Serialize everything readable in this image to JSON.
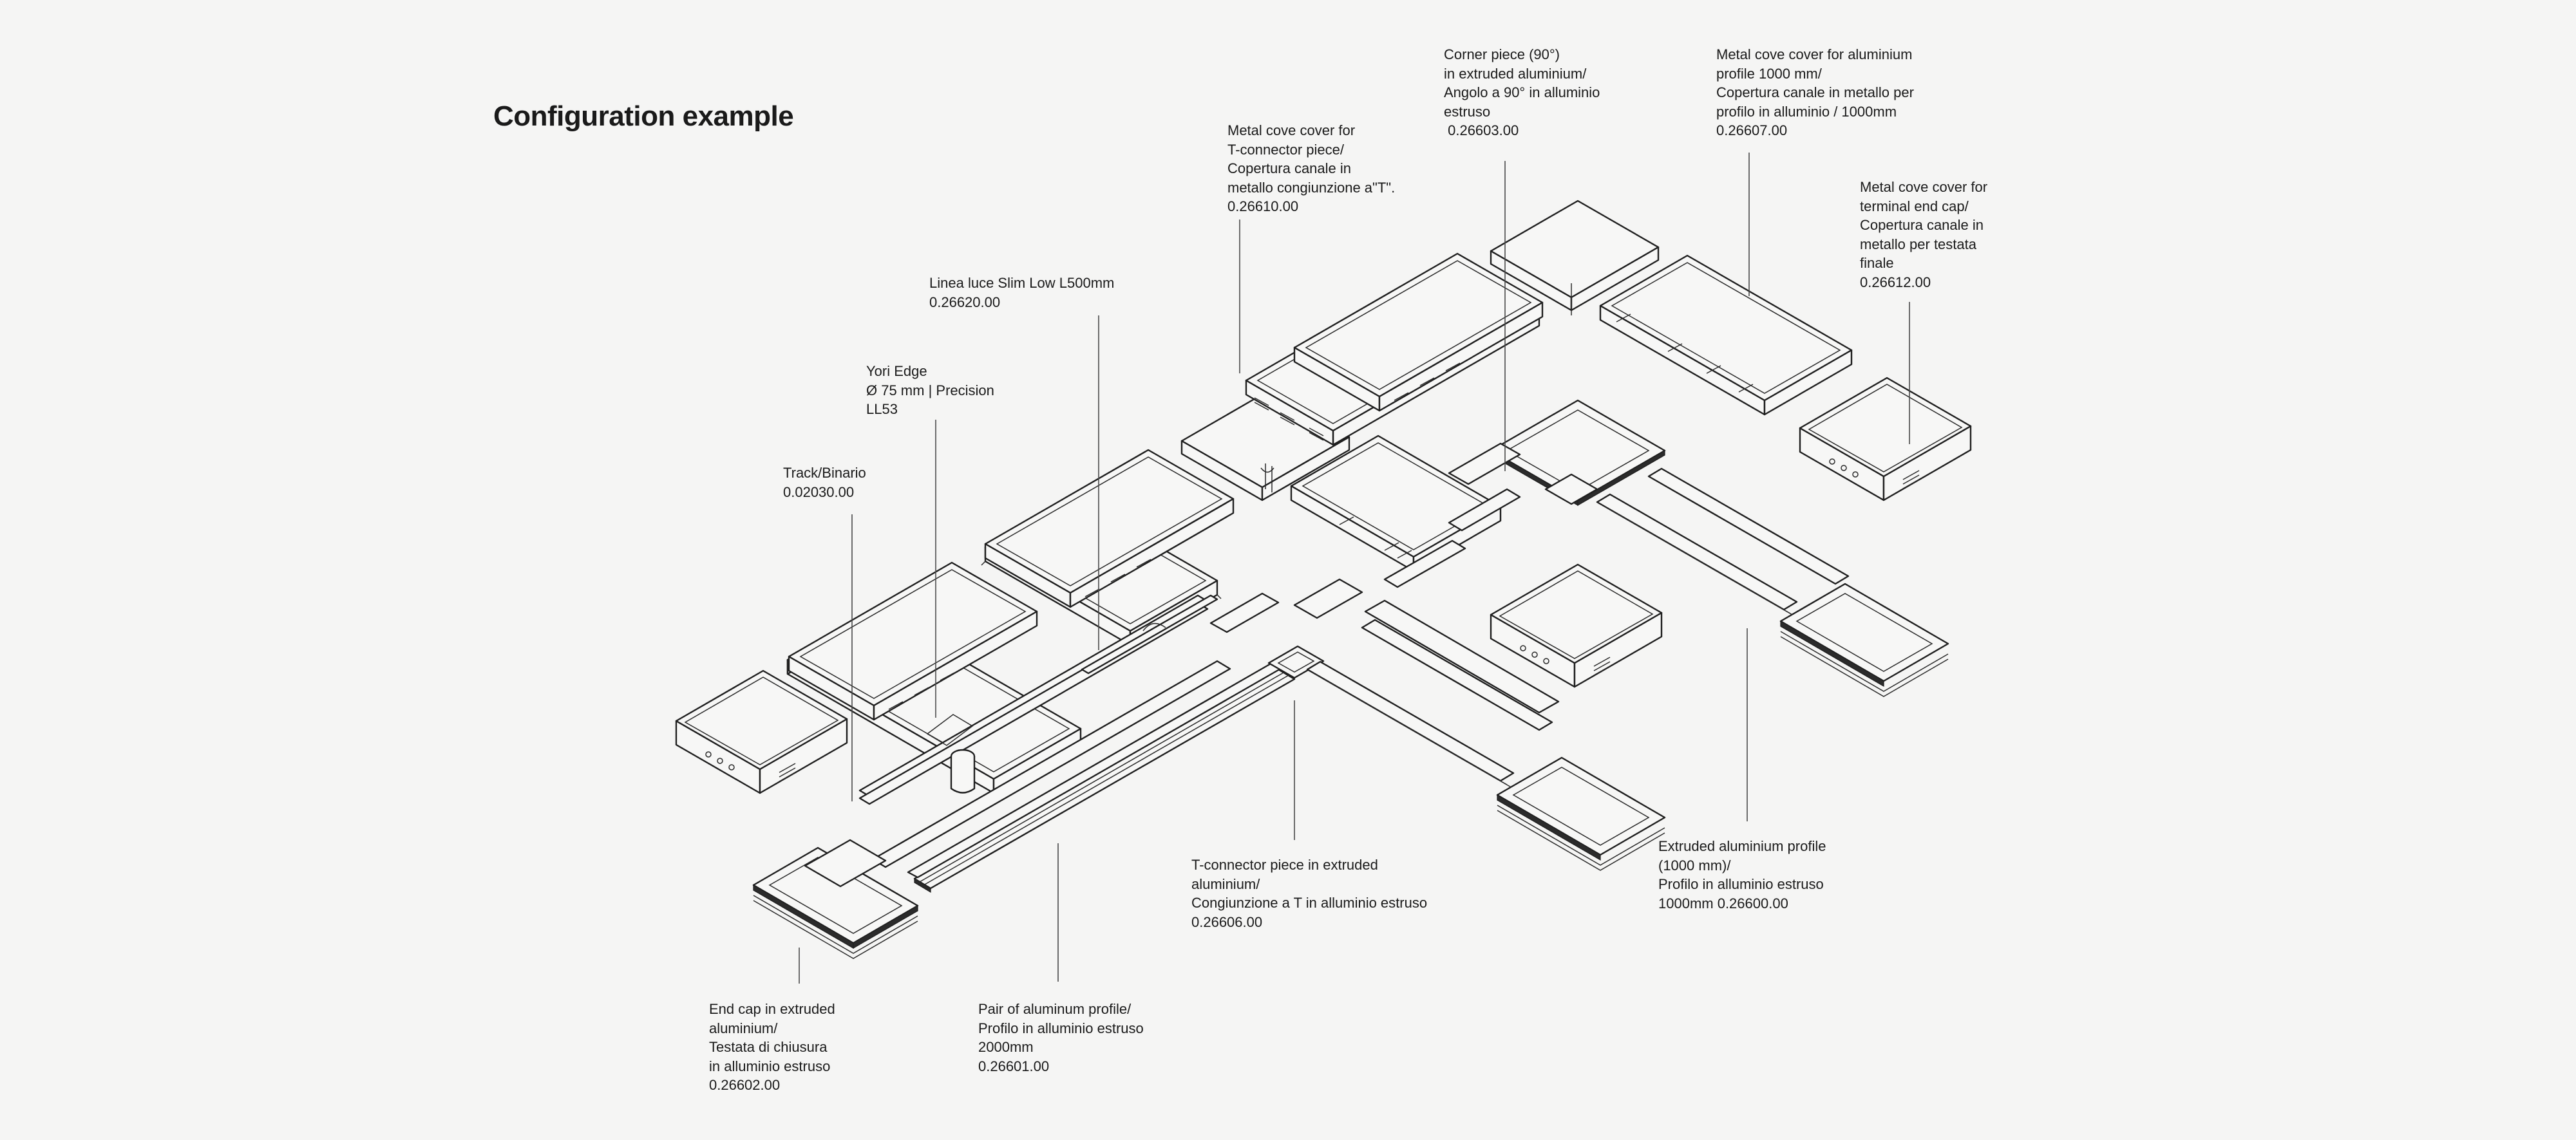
{
  "title": "Configuration example",
  "labels": {
    "track": [
      "Track/Binario",
      "0.02030.00"
    ],
    "yori": [
      "Yori Edge",
      "Ø 75 mm | Precision",
      "LL53"
    ],
    "linea": [
      "Linea luce Slim Low L500mm",
      "0.26620.00"
    ],
    "tcover": [
      "Metal cove cover for",
      "T-connector piece/",
      "Copertura canale in",
      "metallo congiunzione a\"T\".",
      "0.26610.00"
    ],
    "corner": [
      "Corner piece (90°)",
      "in extruded aluminium/",
      "Angolo a 90° in alluminio",
      "estruso",
      " 0.26603.00"
    ],
    "profcover": [
      "Metal cove cover for aluminium",
      "profile 1000 mm/",
      "Copertura canale in metallo per",
      "profilo in alluminio / 1000mm",
      "0.26607.00"
    ],
    "endcover": [
      "Metal cove cover for",
      "terminal end cap/",
      "Copertura canale in",
      "metallo per testata",
      "finale",
      "0.26612.00"
    ],
    "tconn": [
      "T-connector piece in extruded",
      "aluminium/",
      "Congiunzione a T in alluminio estruso",
      "0.26606.00"
    ],
    "extruded": [
      "Extruded aluminium profile",
      "(1000 mm)/",
      "Profilo in alluminio estruso",
      "1000mm 0.26600.00"
    ],
    "endcap": [
      "End cap in extruded",
      "aluminium/",
      "Testata di chiusura",
      "in alluminio estruso",
      "0.26602.00"
    ],
    "pair": [
      "Pair of aluminum profile/",
      "Profilo in alluminio estruso",
      "2000mm",
      "0.26601.00"
    ]
  }
}
